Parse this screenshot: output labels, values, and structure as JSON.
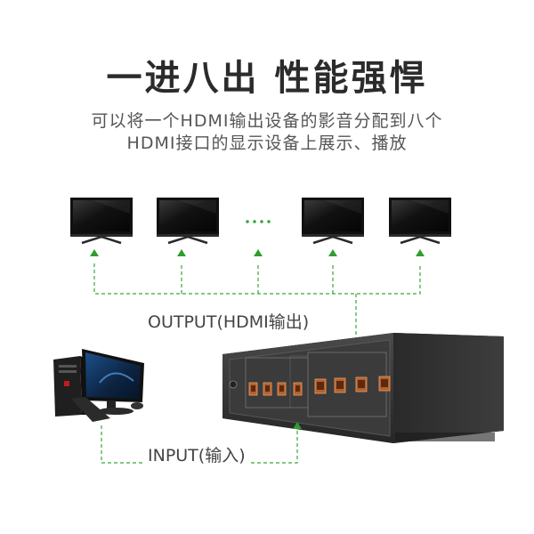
{
  "headline": "一进八出 性能强悍",
  "description": {
    "line1": "可以将一个HDMI输出设备的影音分配到八个",
    "line2": "HDMI接口的显示设备上展示、播放"
  },
  "output_label": "OUTPUT(HDMI输出)",
  "input_label": "INPUT(输入)",
  "colors": {
    "dashed_line": "#3aa63a",
    "arrow": "#2f9e2f"
  },
  "monitors_shown": 4,
  "ellipsis_dots": 4,
  "splitter_ports": 8
}
